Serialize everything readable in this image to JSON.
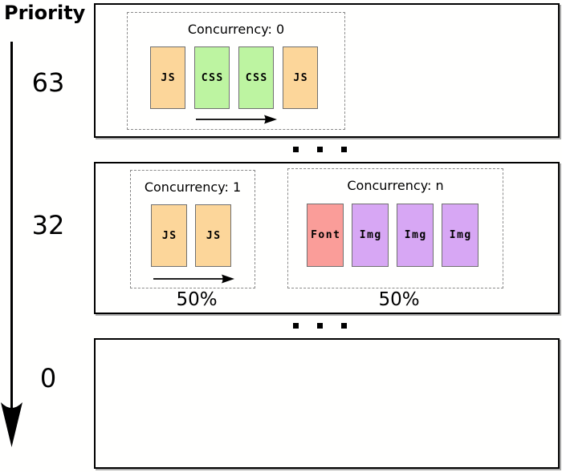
{
  "axis": {
    "title": "Priority",
    "direction": "high-to-low"
  },
  "colors": {
    "js": "#FCD69A",
    "css": "#BDF4A1",
    "font": "#FA9D99",
    "img": "#D7A7F4",
    "box_border": "#000000",
    "dashed_border": "#8A8A8A",
    "block_border": "#707070"
  },
  "rows": [
    {
      "tick": "63",
      "groups": [
        {
          "label": "Concurrency: 0",
          "has_arrow": true,
          "blocks": [
            {
              "type": "js",
              "label": "JS"
            },
            {
              "type": "css",
              "label": "CSS"
            },
            {
              "type": "css",
              "label": "CSS"
            },
            {
              "type": "js",
              "label": "JS"
            }
          ]
        }
      ]
    },
    {
      "tick": "32",
      "groups": [
        {
          "label": "Concurrency: 1",
          "has_arrow": true,
          "share": "50%",
          "blocks": [
            {
              "type": "js",
              "label": "JS"
            },
            {
              "type": "js",
              "label": "JS"
            }
          ]
        },
        {
          "label": "Concurrency: n",
          "has_arrow": false,
          "share": "50%",
          "blocks": [
            {
              "type": "font",
              "label": "Font"
            },
            {
              "type": "img",
              "label": "Img"
            },
            {
              "type": "img",
              "label": "Img"
            },
            {
              "type": "img",
              "label": "Img"
            }
          ]
        }
      ]
    },
    {
      "tick": "0",
      "groups": []
    }
  ],
  "icons": {
    "priority_axis_arrow": "down-arrow",
    "flow_arrow": "right-arrow",
    "ellipsis_dot": "■"
  }
}
